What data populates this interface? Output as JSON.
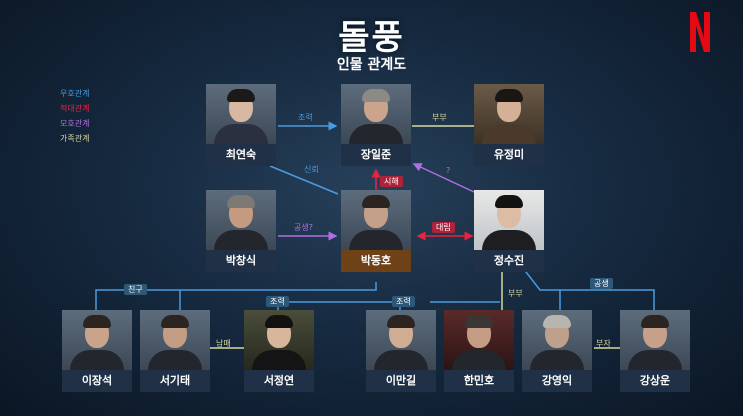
{
  "title": {
    "main": "돌풍",
    "sub": "인물 관계도"
  },
  "brand": {
    "logo": "N",
    "color": "#e50914"
  },
  "legend": [
    {
      "label": "우호관계",
      "color": "#4a9be0"
    },
    {
      "label": "적대관계",
      "color": "#e8233f"
    },
    {
      "label": "모호관계",
      "color": "#b06fe0"
    },
    {
      "label": "가족관계",
      "color": "#d9d9a0"
    }
  ],
  "people": {
    "choi": "최연숙",
    "jang": "장일준",
    "yoo": "유정미",
    "park_cs": "박창식",
    "park_dh": "박동호",
    "jung": "정수진",
    "lee_js": "이장석",
    "seo_gt": "서기태",
    "seo_jy": "서정연",
    "lee_mg": "이만길",
    "han": "한민호",
    "kang_yi": "강영익",
    "kang_sw": "강상운"
  },
  "relations": {
    "choi_jang": "조력",
    "jang_yoo": "부부",
    "choi_park": "신뢰",
    "park_jang": "시해",
    "jung_jang": "?",
    "parkcs_park": "공생?",
    "park_jung": "대립",
    "friends": "친구",
    "aide1": "조력",
    "aide2": "조력",
    "siblings": "남매",
    "spouses": "부부",
    "symbiosis": "공생",
    "father_son": "부자"
  }
}
